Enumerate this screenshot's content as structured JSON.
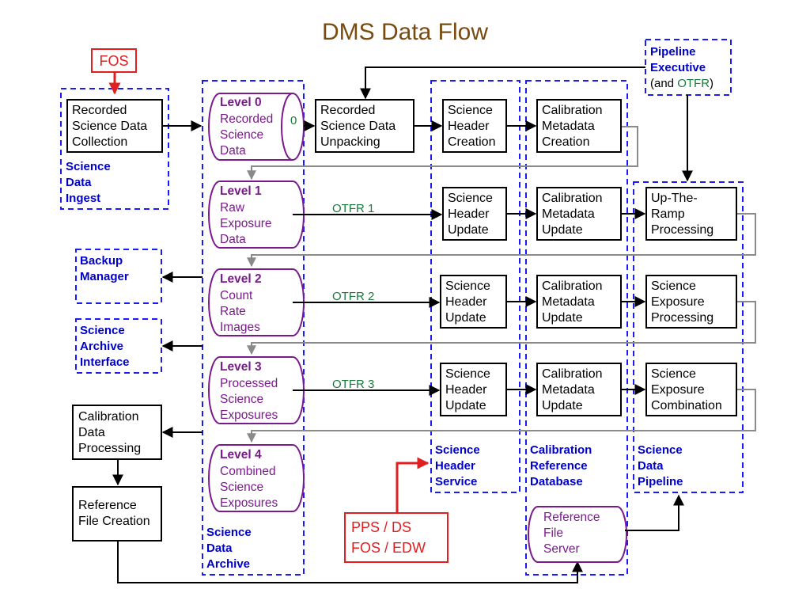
{
  "title": "DMS Data Flow",
  "fos_label": "FOS",
  "pipeline_exec": {
    "line1": "Pipeline",
    "line2": "Executive",
    "paren_open": "(and ",
    "otfr": "OTFR",
    "paren_close": ")"
  },
  "science_data_ingest": {
    "box": [
      "Recorded",
      "Science Data",
      "Collection"
    ],
    "label": [
      "Science",
      "Data",
      "Ingest"
    ]
  },
  "backup_manager": [
    "Backup",
    "Manager"
  ],
  "science_archive_interface": [
    "Science",
    "Archive",
    "Interface"
  ],
  "calibration_data_processing": [
    "Calibration",
    "Data",
    "Processing"
  ],
  "reference_file_creation": [
    "Reference",
    "File Creation"
  ],
  "archive": {
    "label": [
      "Science",
      "Data",
      "Archive"
    ],
    "levels": [
      {
        "heading": "Level 0",
        "lines": [
          "Recorded",
          "Science",
          "Data"
        ]
      },
      {
        "heading": "Level 1",
        "lines": [
          "Raw",
          "Exposure",
          "Data"
        ]
      },
      {
        "heading": "Level 2",
        "lines": [
          "Count",
          "Rate",
          "Images"
        ]
      },
      {
        "heading": "Level 3",
        "lines": [
          "Processed",
          "Science",
          "Exposures"
        ]
      },
      {
        "heading": "Level 4",
        "lines": [
          "Combined",
          "Science",
          "Exposures"
        ]
      }
    ]
  },
  "zero_label": "0",
  "otfr_labels": [
    "OTFR 1",
    "OTFR 2",
    "OTFR 3"
  ],
  "unpacking": [
    "Recorded",
    "Science Data",
    "Unpacking"
  ],
  "header_service": {
    "boxes": [
      [
        "Science",
        "Header",
        "Creation"
      ],
      [
        "Science",
        "Header",
        "Update"
      ],
      [
        "Science",
        "Header",
        "Update"
      ],
      [
        "Science",
        "Header",
        "Update"
      ]
    ],
    "label": [
      "Science",
      "Header",
      "Service"
    ]
  },
  "calibration_db": {
    "boxes": [
      [
        "Calibration",
        "Metadata",
        "Creation"
      ],
      [
        "Calibration",
        "Metadata",
        "Update"
      ],
      [
        "Calibration",
        "Metadata",
        "Update"
      ],
      [
        "Calibration",
        "Metadata",
        "Update"
      ]
    ],
    "label": [
      "Calibration",
      "Reference",
      "Database"
    ],
    "ref_server": [
      "Reference",
      "File",
      "Server"
    ]
  },
  "pipeline": {
    "boxes": [
      [
        "Up-The-",
        "Ramp",
        "Processing"
      ],
      [
        "Science",
        "Exposure",
        "Processing"
      ],
      [
        "Science",
        "Exposure",
        "Combination"
      ]
    ],
    "label": [
      "Science",
      "Data",
      "Pipeline"
    ]
  },
  "pps_box": [
    "PPS / DS",
    "FOS / EDW"
  ],
  "colors": {
    "title": "#7a4b10",
    "dash_blue": "#1a1aff",
    "label_blue": "#0000cc",
    "purple": "#7b1a8c",
    "green": "#1a7a3c",
    "red": "#e02020",
    "gray": "#8a8a8a"
  }
}
